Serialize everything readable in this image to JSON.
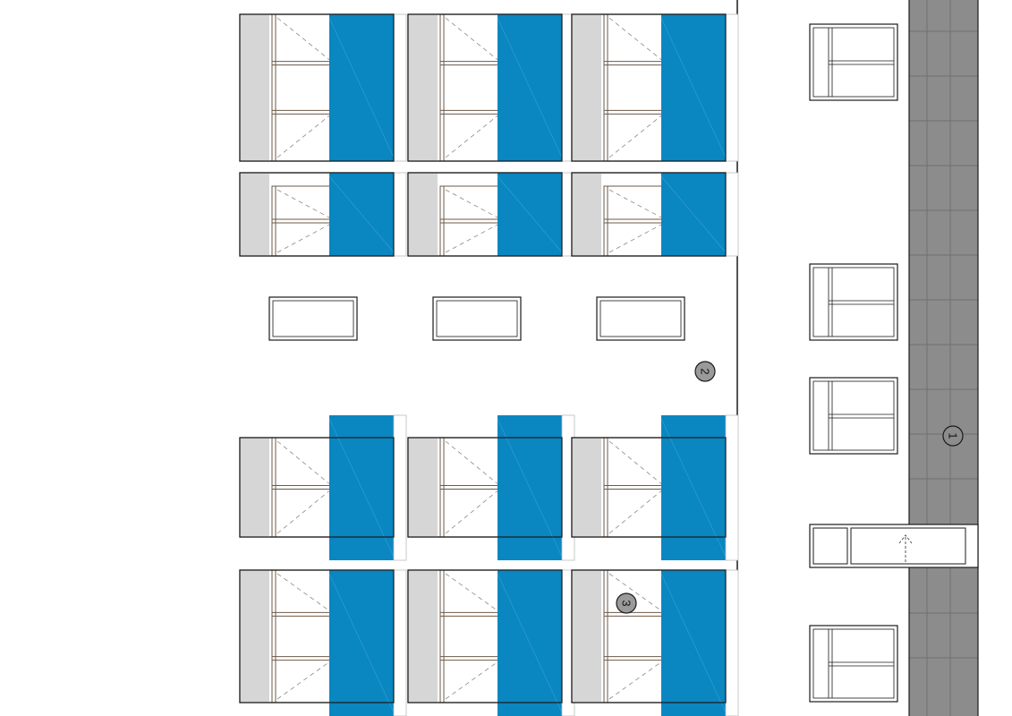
{
  "markers": [
    {
      "id": "marker-1",
      "label": "1"
    },
    {
      "id": "marker-2",
      "label": "2"
    },
    {
      "id": "marker-3",
      "label": "3"
    }
  ],
  "colors": {
    "balcony_blue": "#0a86c1",
    "wall_grey": "#d6d6d6",
    "road_grey": "#8c8c8c",
    "road_line": "#6f6f6f",
    "marker_fill": "#9a9a9a",
    "line": "#1a1a1a",
    "frame_brown": "#6b5a4a"
  },
  "icons": {
    "entrance_arrow": "dashed-up-arrow-icon"
  }
}
